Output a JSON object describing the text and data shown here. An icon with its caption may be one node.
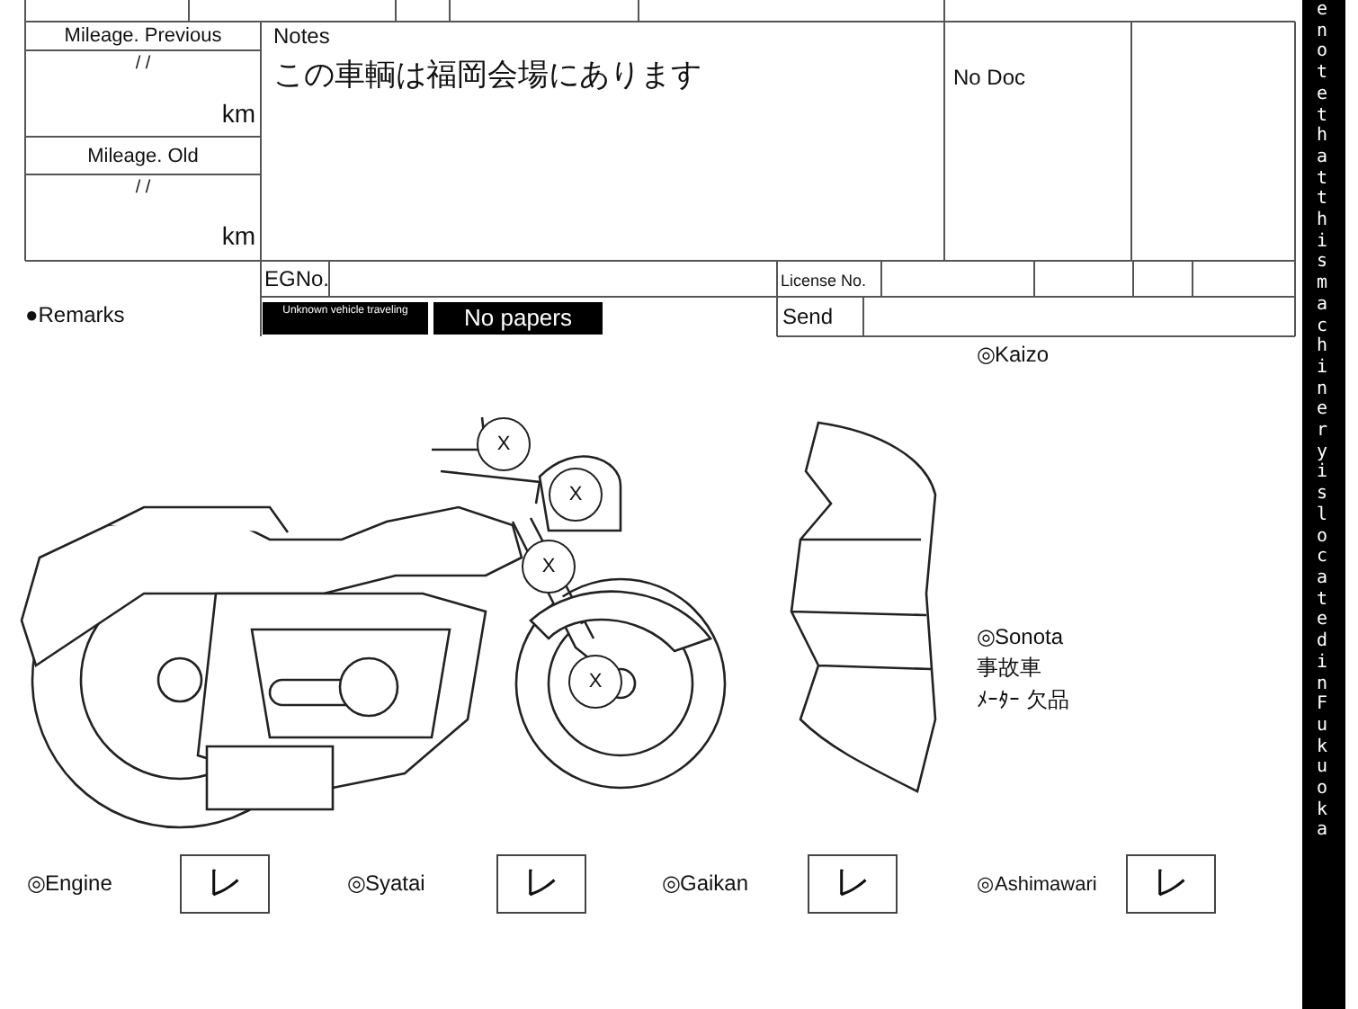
{
  "diagram": {
    "labels": [
      "Mileage. Previous",
      "/ /",
      "km",
      "Mileage. Old",
      "/ /",
      "km",
      "Notes",
      "この車輌は福岡会場にあります",
      "No Doc",
      "EGNo.",
      "License No.",
      "●Remarks",
      "Unknown vehicle traveling",
      "No papers",
      "Send",
      "◎Kaizo",
      "X",
      "X",
      "X",
      "X",
      "◎Sonota",
      "事故車",
      "ﾒｰﾀｰ 欠品",
      "◎Engine",
      "レ",
      "◎Syatai",
      "レ",
      "◎Gaikan",
      "レ",
      "◎Ashimawari",
      "レ",
      "e note that this machinery is located in Fukuoka"
    ]
  }
}
